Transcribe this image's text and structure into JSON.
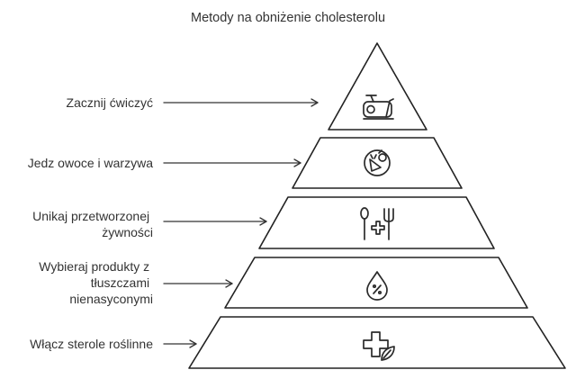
{
  "title": "Metody na obniżenie cholesterolu",
  "levels": [
    {
      "label_lines": [
        "Zacznij  ćwiczyć"
      ],
      "color": "#F7E23B",
      "icon": "exercise-bike-icon"
    },
    {
      "label_lines": [
        "Jedz owoce i warzywa"
      ],
      "color": "#FBB46E",
      "icon": "fruits-vegetables-icon"
    },
    {
      "label_lines": [
        "Unikaj przetworzonej",
        "żywności"
      ],
      "color": "#FB9A9A",
      "icon": "fork-knife-health-icon"
    },
    {
      "label_lines": [
        "Wybieraj produkty z",
        "tłuszczami",
        "nienasyconymi"
      ],
      "color": "#7CA8FA",
      "icon": "oil-drop-percent-icon"
    },
    {
      "label_lines": [
        "Włącz sterole roślinne"
      ],
      "color": "#86E4B2",
      "icon": "medical-leaf-icon"
    }
  ]
}
